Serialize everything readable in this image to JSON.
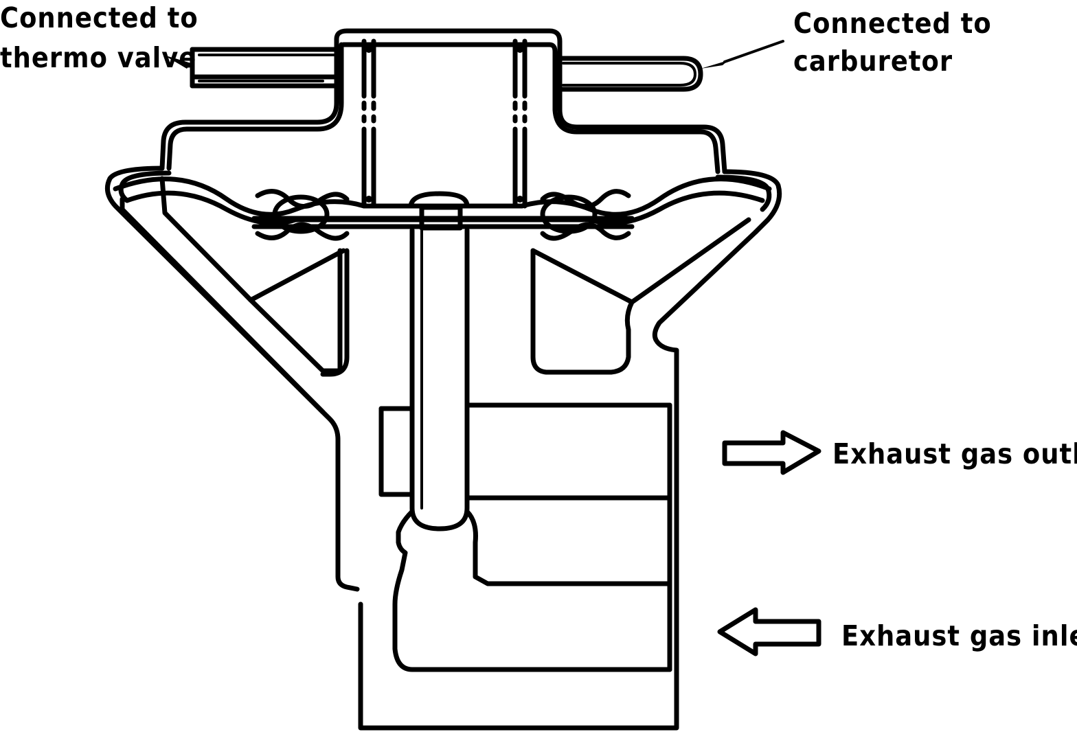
{
  "labels": {
    "thermo_line1": "Connected to",
    "thermo_line2": "thermo valve",
    "carb_line1": "Connected to",
    "carb_line2": "carburetor",
    "outlet": "Exhaust gas outlet",
    "inlet": "Exhaust gas inlet"
  },
  "colors": {
    "ink": "#000000",
    "background": "#ffffff"
  },
  "icons": {
    "outlet_arrow": "right-arrow-icon",
    "inlet_arrow": "left-arrow-icon",
    "thermo_pointer": "pointer-arrow-icon",
    "carb_pointer": "pointer-arrow-icon"
  }
}
